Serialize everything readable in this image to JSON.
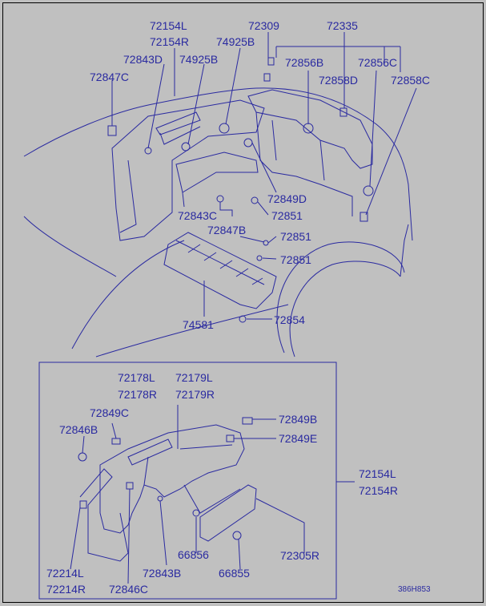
{
  "labels": {
    "l72154L_top": "72154L",
    "l72154R_top": "72154R",
    "l72309": "72309",
    "l72335": "72335",
    "l72843D": "72843D",
    "l74925B_1": "74925B",
    "l74925B_2": "74925B",
    "l72847C": "72847C",
    "l72856B": "72856B",
    "l72856C": "72856C",
    "l72858D": "72858D",
    "l72858C": "72858C",
    "l72849D": "72849D",
    "l72843C": "72843C",
    "l72851_a": "72851",
    "l72847B": "72847B",
    "l72851_b": "72851",
    "l72851_c": "72851",
    "l74581": "74581",
    "l72854": "72854",
    "l72178L": "72178L",
    "l72179L": "72179L",
    "l72178R": "72178R",
    "l72179R": "72179R",
    "l72849C": "72849C",
    "l72849B": "72849B",
    "l72846B": "72846B",
    "l72849E": "72849E",
    "l72154L_inset": "72154L",
    "l72154R_inset": "72154R",
    "l66856": "66856",
    "l72305R": "72305R",
    "l72214L": "72214L",
    "l72843B": "72843B",
    "l66855": "66855",
    "l72214R": "72214R",
    "l72846C": "72846C"
  },
  "diagram_code": "386H853",
  "colors": {
    "background": "#c0c0c0",
    "ink": "#2a2aa0"
  }
}
